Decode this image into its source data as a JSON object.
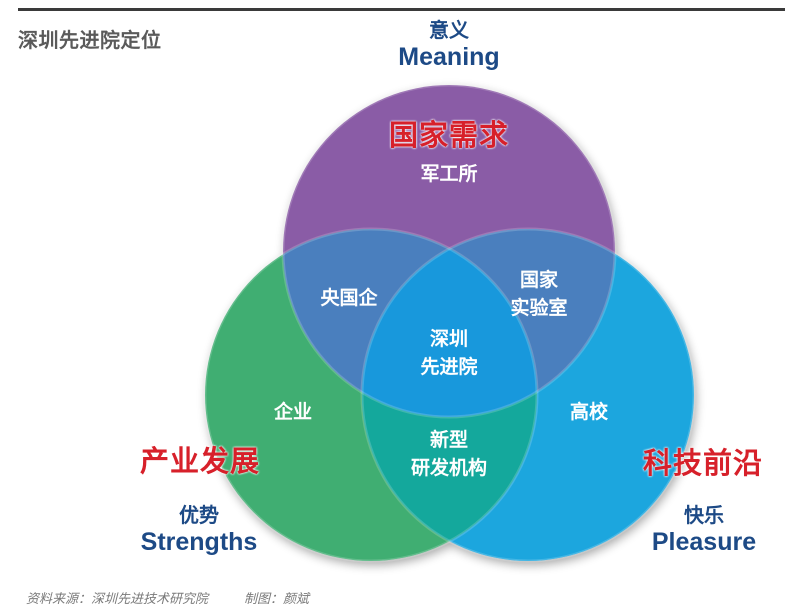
{
  "header": {
    "title": "深圳先进院定位"
  },
  "diagram": {
    "type": "venn-3",
    "colors": {
      "purple": "#8a5ba6",
      "green": "#3fae72",
      "blue": "#1aa6de",
      "purple_green": "#4a7fbe",
      "purple_blue": "#4a7fbe",
      "green_blue": "#14a89c",
      "center": "#1898dc",
      "axis_text": "#1d4a86",
      "red_text": "#d7202a"
    },
    "circles": {
      "top": {
        "axis_cn": "意义",
        "axis_en": "Meaning",
        "title": "国家需求",
        "region_label": "军工所"
      },
      "left": {
        "axis_cn": "优势",
        "axis_en": "Strengths",
        "title": "产业发展",
        "region_label": "企业"
      },
      "right": {
        "axis_cn": "快乐",
        "axis_en": "Pleasure",
        "title": "科技前沿",
        "region_label": "高校"
      }
    },
    "intersections": {
      "top_left": "央国企",
      "top_right_line1": "国家",
      "top_right_line2": "实验室",
      "left_right_line1": "新型",
      "left_right_line2": "研发机构",
      "center_line1": "深圳",
      "center_line2": "先进院"
    }
  },
  "footer": {
    "source": "资料来源：深圳先进技术研究院",
    "credit": "制图：颜斌"
  }
}
